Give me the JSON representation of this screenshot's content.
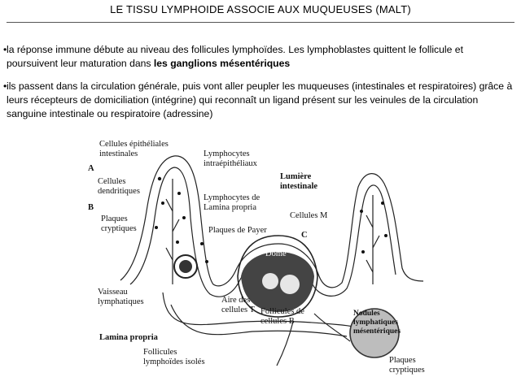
{
  "title": "LE TISSU LYMPHOIDE ASSOCIE AUX MUQUEUSES (MALT)",
  "bullets": [
    {
      "marker": "•",
      "text": "la réponse immune débute au niveau des follicules lymphoïdes. Les lymphoblastes quittent le follicule et poursuivent leur maturation dans ",
      "bold": "les ganglions mésentériques"
    },
    {
      "marker": "•",
      "text": " ils passent dans la circulation générale, puis vont aller peupler les muqueuses (intestinales et respiratoires) grâce à leurs récepteurs de domiciliation (intégrine) qui reconnaît un ligand présent sur les veinules de la circulation sanguine intestinale ou respiratoire (adressine)"
    }
  ],
  "diagram": {
    "labels": {
      "epithelial": "Cellules épithéliales\nintestinales",
      "a": "A",
      "dendritic": "Cellules\ndendritiques",
      "b": "B",
      "peyer_crypts": "Plaques\ncryptiques",
      "iel": "Lymphocytes\nintraépithéliaux",
      "lp_lymph": "Lymphocytes de\nLamina propria",
      "peyer": "Plaques de Payer",
      "lumen": "Lumière\nintestinale",
      "m_cells": "Cellules M",
      "c": "C",
      "dome": "Dôme",
      "vessel": "Vaisseau\nlymphatiques",
      "t_area": "Aire des\ncellules T",
      "b_follicles": "Follicules de\ncellules B",
      "lamina": "Lamina propria",
      "nodules": "Nodules\nlymphatiques\nmésentériques",
      "isolated": "Follicules\nlymphoïdes isolés",
      "crypts2": "Plaques\ncryptiques"
    }
  }
}
